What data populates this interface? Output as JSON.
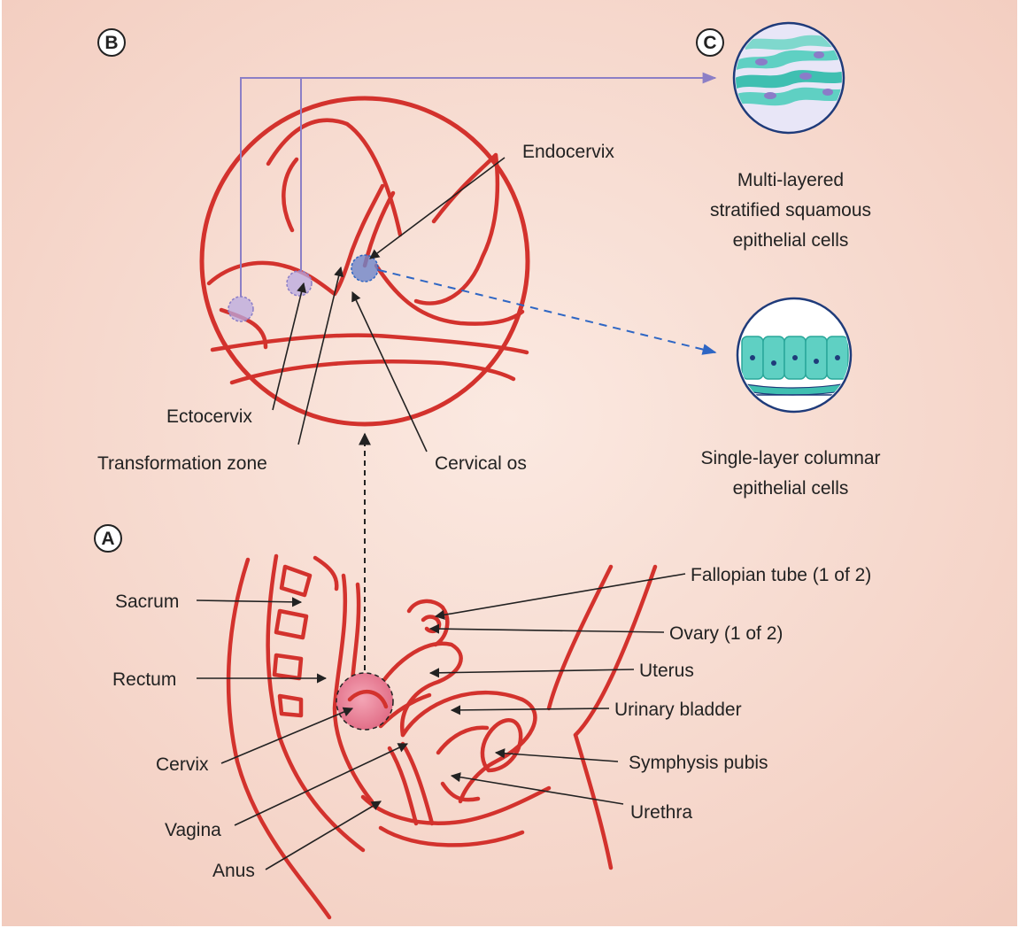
{
  "panels": {
    "a": "A",
    "b": "B",
    "c": "C"
  },
  "zoom_labels": {
    "endocervix": "Endocervix",
    "ectocervix": "Ectocervix",
    "transformation_zone": "Transformation zone",
    "cervical_os": "Cervical os"
  },
  "cell_labels": {
    "squamous": [
      "Multi-layered",
      "stratified squamous",
      "epithelial cells"
    ],
    "columnar": [
      "Single-layer columnar",
      "epithelial cells"
    ]
  },
  "anatomy_labels": {
    "sacrum": "Sacrum",
    "rectum": "Rectum",
    "cervix": "Cervix",
    "vagina": "Vagina",
    "anus": "Anus",
    "fallopian_tube": "Fallopian tube (1 of 2)",
    "ovary": "Ovary (1 of 2)",
    "uterus": "Uterus",
    "urinary_bladder": "Urinary bladder",
    "symphysis_pubis": "Symphysis pubis",
    "urethra": "Urethra"
  },
  "colors": {
    "background_outer": "#f2cbbd",
    "background_inner": "#fbe9e1",
    "anatomy": "#d3322d",
    "purple_line": "#8c7fc6",
    "blue_dash": "#2e66c4",
    "cell_teal": "#5fd0c3"
  }
}
